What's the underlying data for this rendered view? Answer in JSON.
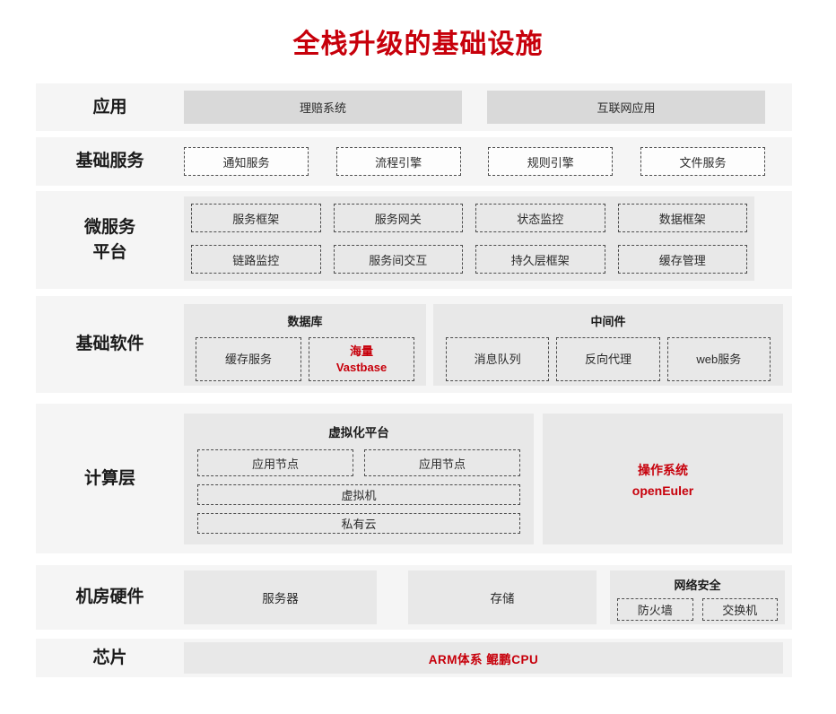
{
  "title": "全栈升级的基础设施",
  "colors": {
    "accent": "#c7000b",
    "row_bg": "#f5f5f5",
    "solid_box": "#d9d9d9",
    "container_bg": "#e8e8e8",
    "dash_border": "#4d4d4d"
  },
  "rows": {
    "app": {
      "label": "应用",
      "items": [
        "理赔系统",
        "互联网应用"
      ]
    },
    "services": {
      "label": "基础服务",
      "items": [
        "通知服务",
        "流程引擎",
        "规则引擎",
        "文件服务"
      ]
    },
    "microservices": {
      "label_lines": [
        "微服务",
        "平台"
      ],
      "items_row1": [
        "服务框架",
        "服务网关",
        "状态监控",
        "数据框架"
      ],
      "items_row2": [
        "链路监控",
        "服务间交互",
        "持久层框架",
        "缓存管理"
      ]
    },
    "software": {
      "label": "基础软件",
      "database": {
        "title": "数据库",
        "items": [
          "缓存服务"
        ],
        "highlight_lines": [
          "海量",
          "Vastbase"
        ]
      },
      "middleware": {
        "title": "中间件",
        "items": [
          "消息队列",
          "反向代理",
          "web服务"
        ]
      }
    },
    "compute": {
      "label": "计算层",
      "virtualization": {
        "title": "虚拟化平台",
        "nodes": [
          "应用节点",
          "应用节点"
        ],
        "vm": "虚拟机",
        "cloud": "私有云"
      },
      "os": {
        "lines": [
          "操作系统",
          "openEuler"
        ]
      }
    },
    "hardware": {
      "label": "机房硬件",
      "server": "服务器",
      "storage": "存储",
      "network": {
        "title": "网络安全",
        "items": [
          "防火墙",
          "交换机"
        ]
      }
    },
    "chip": {
      "label": "芯片",
      "highlight": "ARM体系 鲲鹏CPU"
    }
  }
}
